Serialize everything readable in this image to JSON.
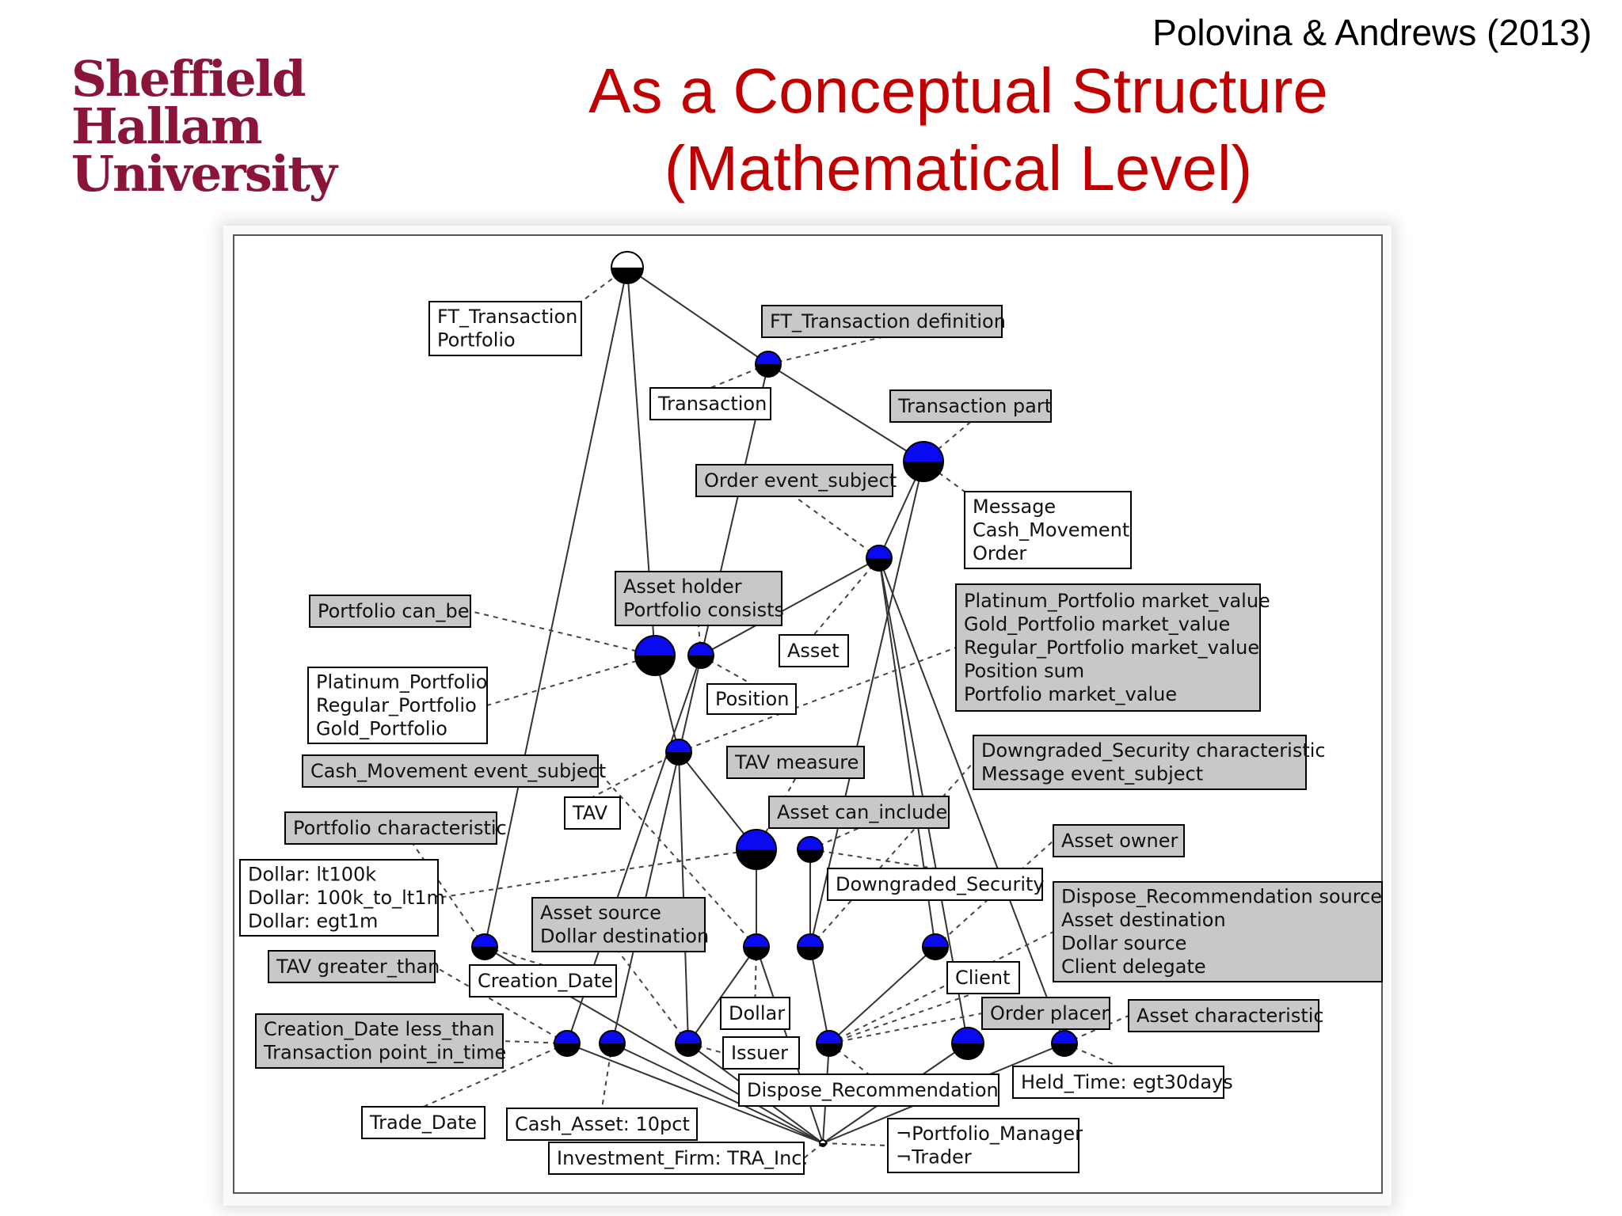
{
  "slide": {
    "logo": [
      "Sheffield",
      "Hallam",
      "University"
    ],
    "citation": "Polovina & Andrews (2013)",
    "title_line1": "As a Conceptual Structure",
    "title_line2": "(Mathematical Level)"
  },
  "colors": {
    "title": "#c00000",
    "logo": "#8a1538",
    "node_fill": "#0a0af0",
    "label_gray": "#c8c8c8"
  },
  "labels": {
    "ft_transaction_portfolio": [
      "FT_Transaction",
      "Portfolio"
    ],
    "ft_transaction_definition": [
      "FT_Transaction definition"
    ],
    "transaction": [
      "Transaction"
    ],
    "transaction_part": [
      "Transaction part"
    ],
    "order_event_subject": [
      "Order event_subject"
    ],
    "message_cash_order": [
      "Message",
      "Cash_Movement",
      "Order"
    ],
    "asset_holder": [
      "Asset holder",
      "Portfolio consists"
    ],
    "portfolio_can_be": [
      "Portfolio can_be"
    ],
    "asset": [
      "Asset"
    ],
    "market_values": [
      "Platinum_Portfolio market_value",
      "Gold_Portfolio market_value",
      "Regular_Portfolio market_value",
      "Position sum",
      "Portfolio market_value"
    ],
    "portfolios": [
      "Platinum_Portfolio",
      "Regular_Portfolio",
      "Gold_Portfolio"
    ],
    "position": [
      "Position"
    ],
    "cash_movement_event": [
      "Cash_Movement event_subject"
    ],
    "tav_measure": [
      "TAV measure"
    ],
    "downgraded_characteristic": [
      "Downgraded_Security characteristic",
      "Message event_subject"
    ],
    "tav": [
      "TAV"
    ],
    "asset_can_include": [
      "Asset can_include"
    ],
    "portfolio_characteristic": [
      "Portfolio characteristic"
    ],
    "asset_owner": [
      "Asset owner"
    ],
    "dollar_values": [
      "Dollar: lt100k",
      "Dollar: 100k_to_lt1m",
      "Dollar: egt1m"
    ],
    "downgraded_security": [
      "Downgraded_Security"
    ],
    "dispose_source": [
      "Dispose_Recommendation source",
      "Asset destination",
      "Dollar source",
      "Client delegate"
    ],
    "asset_source": [
      "Asset source",
      "Dollar destination"
    ],
    "tav_greater_than": [
      "TAV greater_than"
    ],
    "creation_date": [
      "Creation_Date"
    ],
    "client": [
      "Client"
    ],
    "dollar": [
      "Dollar"
    ],
    "order_placer": [
      "Order placer"
    ],
    "asset_characteristic": [
      "Asset characteristic"
    ],
    "creation_date_less_than": [
      "Creation_Date less_than",
      "Transaction point_in_time"
    ],
    "issuer": [
      "Issuer"
    ],
    "held_time": [
      "Held_Time: egt30days"
    ],
    "dispose_recommendation": [
      "Dispose_Recommendation"
    ],
    "trade_date": [
      "Trade_Date"
    ],
    "cash_asset": [
      "Cash_Asset: 10pct"
    ],
    "portfolio_manager_trader": [
      "¬Portfolio_Manager",
      "¬Trader"
    ],
    "investment_firm": [
      "Investment_Firm: TRA_Inc."
    ]
  }
}
